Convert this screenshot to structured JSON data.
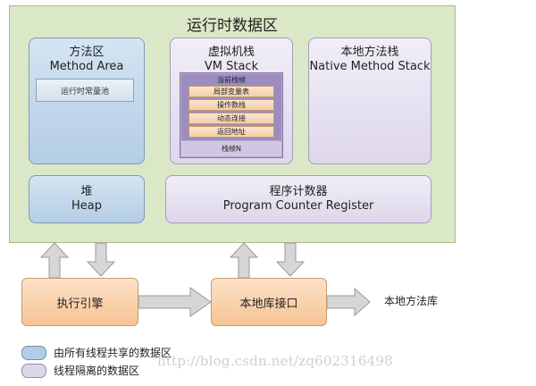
{
  "runtime_area": {
    "title": "运行时数据区"
  },
  "method_area": {
    "title_cn": "方法区",
    "title_en": "Method Area",
    "constant_pool": "运行时常量池"
  },
  "vm_stack": {
    "title_cn": "虚拟机栈",
    "title_en": "VM Stack",
    "current_frame": "当前栈帧",
    "frame_items": [
      "局部变量表",
      "操作数栈",
      "动态连接",
      "返回地址"
    ],
    "frame_n": "栈帧N"
  },
  "native_method_stack": {
    "title_cn": "本地方法栈",
    "title_en": "Native Method Stack"
  },
  "heap": {
    "title_cn": "堆",
    "title_en": "Heap"
  },
  "pc_register": {
    "title_cn": "程序计数器",
    "title_en": "Program Counter Register"
  },
  "execution_engine": {
    "label": "执行引擎"
  },
  "native_interface": {
    "label": "本地库接口"
  },
  "native_library": {
    "label": "本地方法库"
  },
  "legend": {
    "shared": {
      "label": "由所有线程共享的数据区",
      "color": "#b4cde6"
    },
    "isolated": {
      "label": "线程隔离的数据区",
      "color": "#ddd7ea"
    }
  },
  "watermark": "http://blog.csdn.net/zq602316498",
  "colors": {
    "runtime_bg": "#dbe8c7",
    "arrow_fill": "#d6d6d6",
    "arrow_stroke": "#9a9a9a"
  }
}
